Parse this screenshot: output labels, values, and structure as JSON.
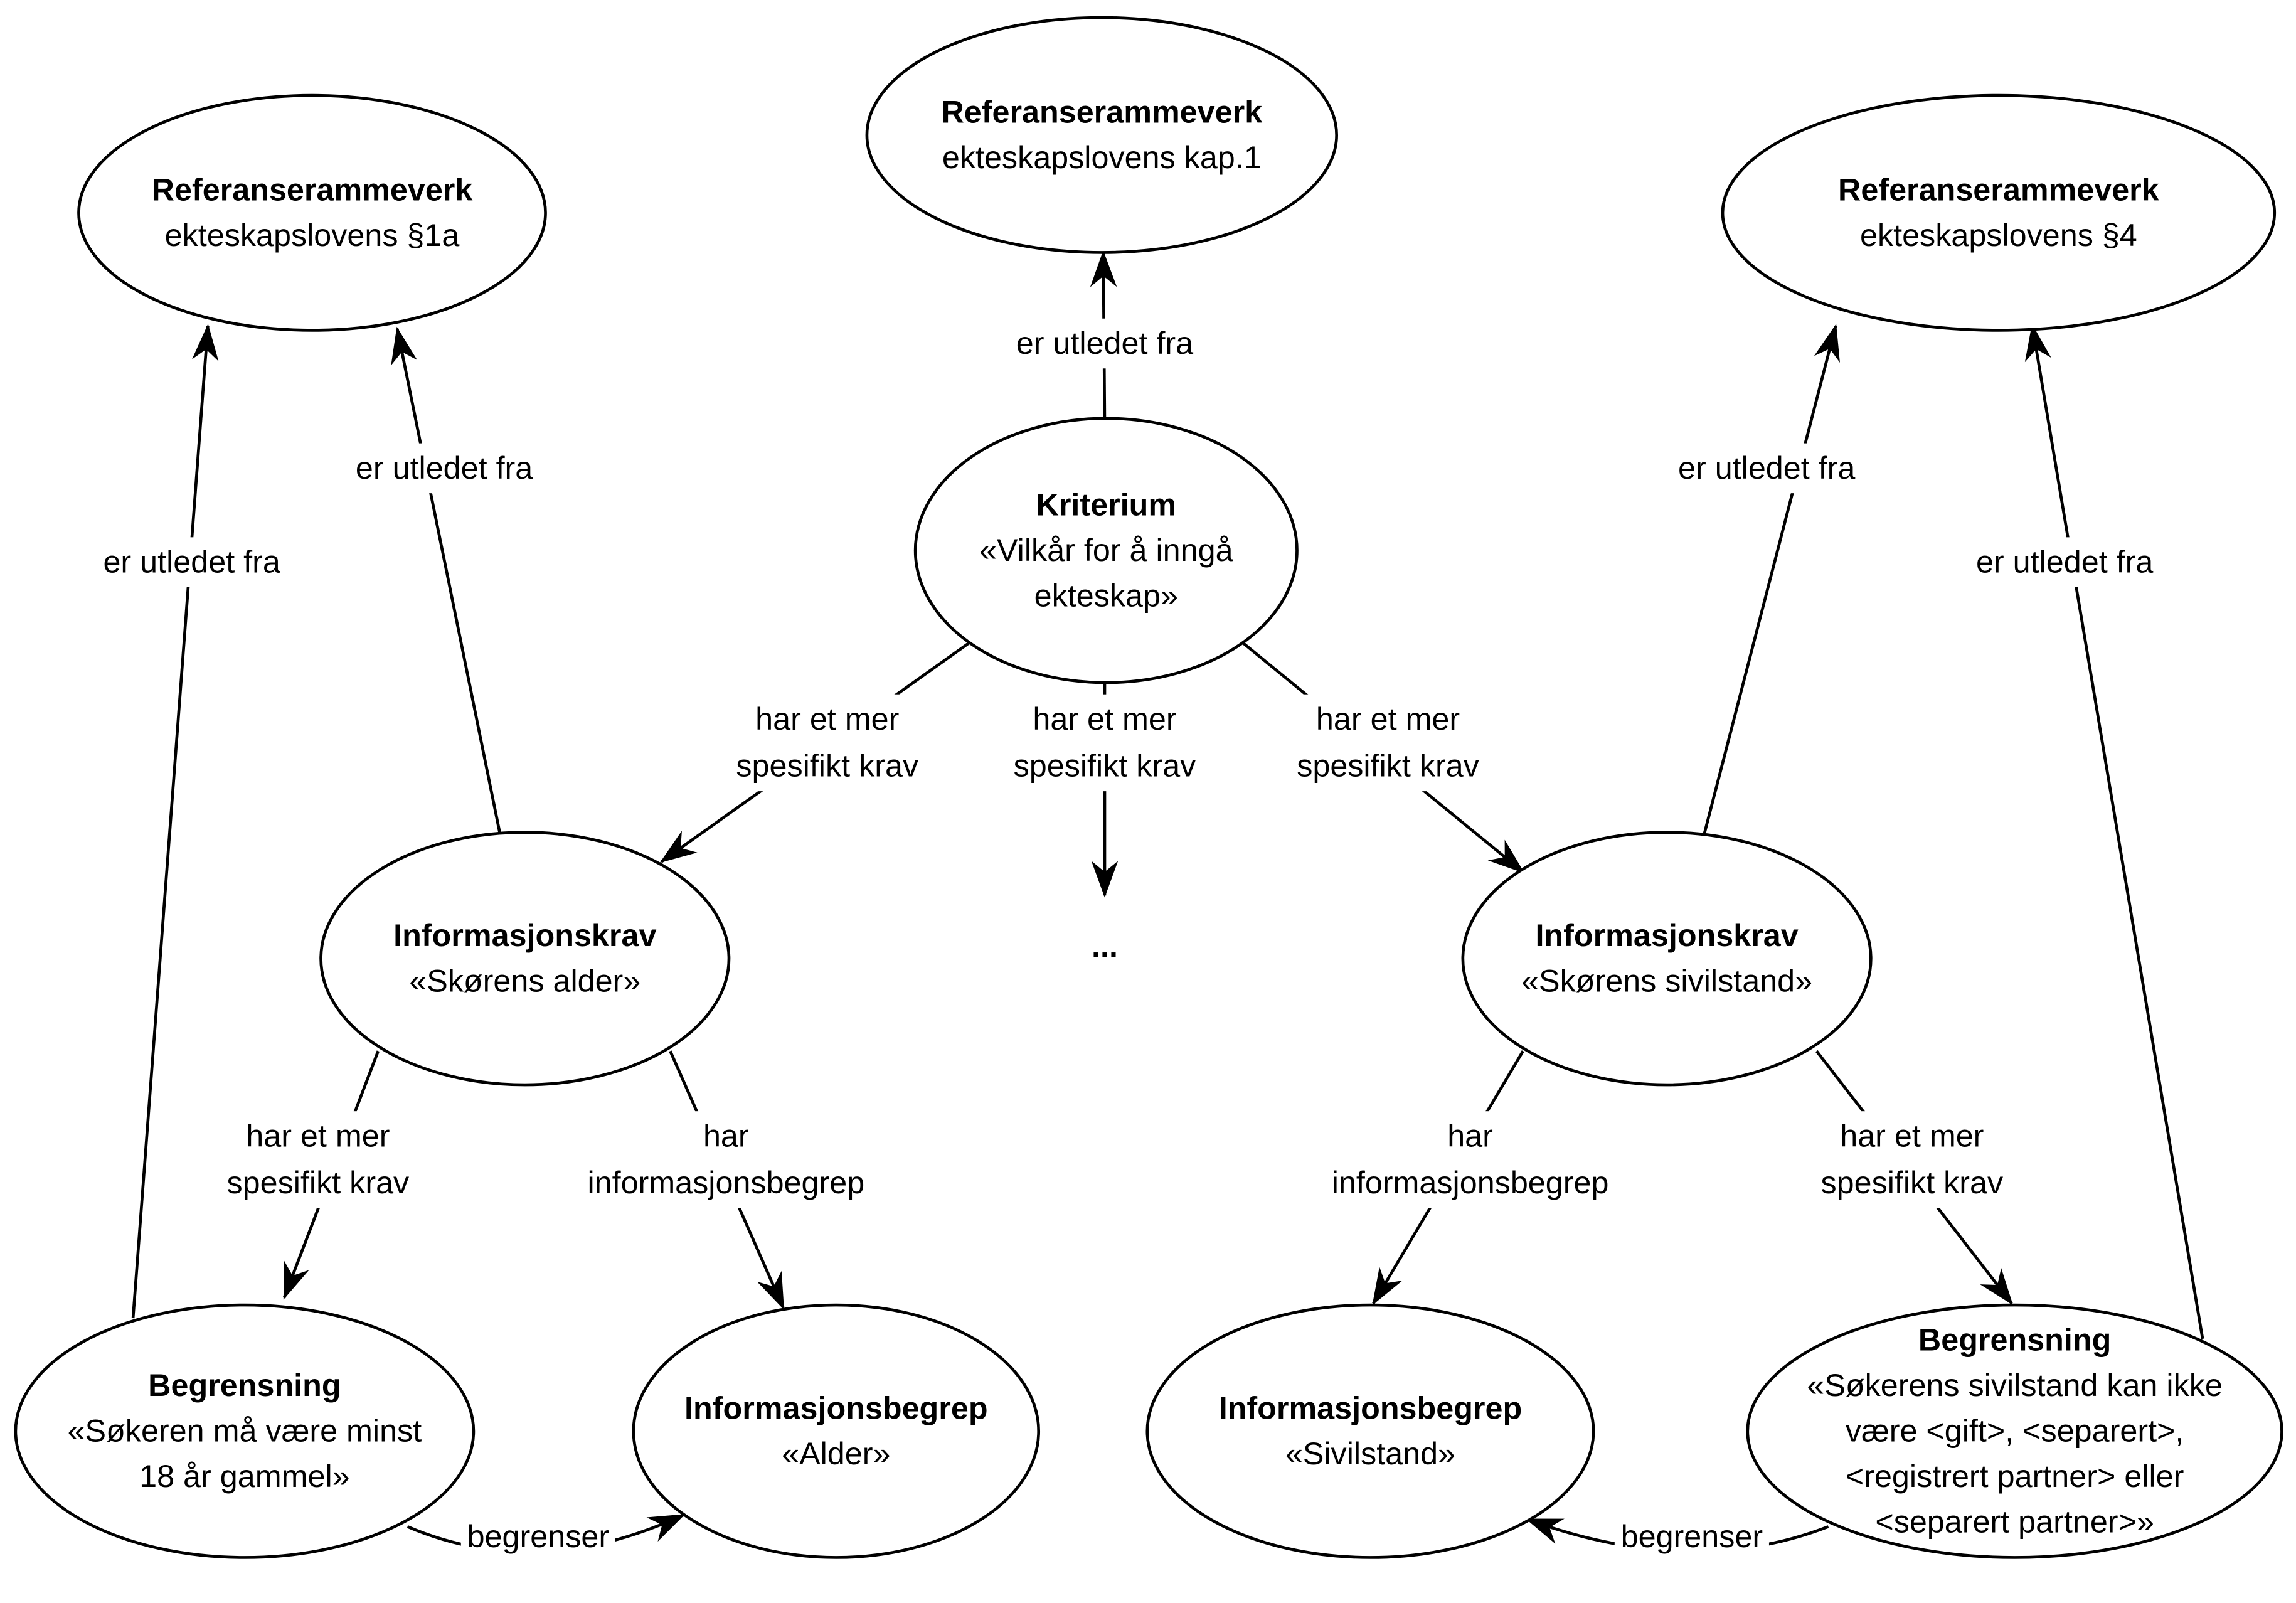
{
  "diagram": {
    "nodes": {
      "ref_1a": {
        "type": "Referanserammeverk",
        "lines": [
          "ekteskapslovens §1a"
        ]
      },
      "ref_kap1": {
        "type": "Referanserammeverk",
        "lines": [
          "ekteskapslovens kap.1"
        ]
      },
      "ref_4": {
        "type": "Referanserammeverk",
        "lines": [
          "ekteskapslovens §4"
        ]
      },
      "kriterium": {
        "type": "Kriterium",
        "lines": [
          "«Vilkår for å inngå",
          "ekteskap»"
        ]
      },
      "krav_alder": {
        "type": "Informasjonskrav",
        "lines": [
          "«Skørens alder»"
        ]
      },
      "krav_sivilstand": {
        "type": "Informasjonskrav",
        "lines": [
          "«Skørens sivilstand»"
        ]
      },
      "begrensning_alder": {
        "type": "Begrensning",
        "lines": [
          "«Søkeren må være minst",
          "18 år gammel»"
        ]
      },
      "begrep_alder": {
        "type": "Informasjonsbegrep",
        "lines": [
          "«Alder»"
        ]
      },
      "begrep_sivilstand": {
        "type": "Informasjonsbegrep",
        "lines": [
          "«Sivilstand»"
        ]
      },
      "begrensning_sivilstand": {
        "type": "Begrensning",
        "lines": [
          "«Søkerens sivilstand kan ikke",
          "være <gift>, <separert>,",
          "<registrert partner> eller",
          "<separert partner>»"
        ]
      }
    },
    "ellipsis": "...",
    "edges": [
      {
        "from": "kriterium",
        "to": "ref_kap1",
        "label": [
          "er utledet fra"
        ]
      },
      {
        "from": "krav_alder",
        "to": "ref_1a",
        "label": [
          "er utledet fra"
        ]
      },
      {
        "from": "begrensning_alder",
        "to": "ref_1a",
        "label": [
          "er utledet fra"
        ]
      },
      {
        "from": "krav_sivilstand",
        "to": "ref_4",
        "label": [
          "er utledet fra"
        ]
      },
      {
        "from": "begrensning_sivilstand",
        "to": "ref_4",
        "label": [
          "er utledet fra"
        ]
      },
      {
        "from": "kriterium",
        "to": "krav_alder",
        "label": [
          "har et mer",
          "spesifikt krav"
        ]
      },
      {
        "from": "kriterium",
        "to": "ellipsis",
        "label": [
          "har et mer",
          "spesifikt krav"
        ]
      },
      {
        "from": "kriterium",
        "to": "krav_sivilstand",
        "label": [
          "har et mer",
          "spesifikt krav"
        ]
      },
      {
        "from": "krav_alder",
        "to": "begrensning_alder",
        "label": [
          "har et mer",
          "spesifikt krav"
        ]
      },
      {
        "from": "krav_alder",
        "to": "begrep_alder",
        "label": [
          "har",
          "informasjonsbegrep"
        ]
      },
      {
        "from": "krav_sivilstand",
        "to": "begrep_sivilstand",
        "label": [
          "har",
          "informasjonsbegrep"
        ]
      },
      {
        "from": "krav_sivilstand",
        "to": "begrensning_sivilstand",
        "label": [
          "har et mer",
          "spesifikt krav"
        ]
      },
      {
        "from": "begrensning_alder",
        "to": "begrep_alder",
        "label": [
          "begrenser"
        ]
      },
      {
        "from": "begrensning_sivilstand",
        "to": "begrep_sivilstand",
        "label": [
          "begrenser"
        ]
      }
    ]
  }
}
